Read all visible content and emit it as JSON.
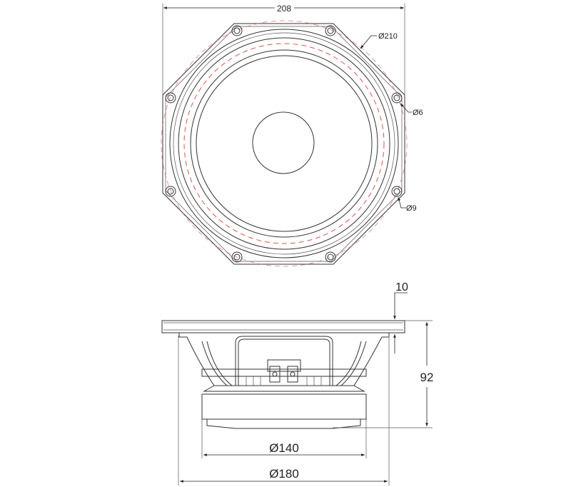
{
  "top_view": {
    "width_dim": "208",
    "outer_diameter": "Ø210",
    "hole_small": "Ø6",
    "hole_large": "Ø9"
  },
  "side_view": {
    "flange_thickness": "10",
    "depth": "92",
    "magnet_diameter": "Ø140",
    "cutout_diameter": "Ø180"
  },
  "colors": {
    "line": "#333333",
    "centerline": "#d9534f"
  }
}
